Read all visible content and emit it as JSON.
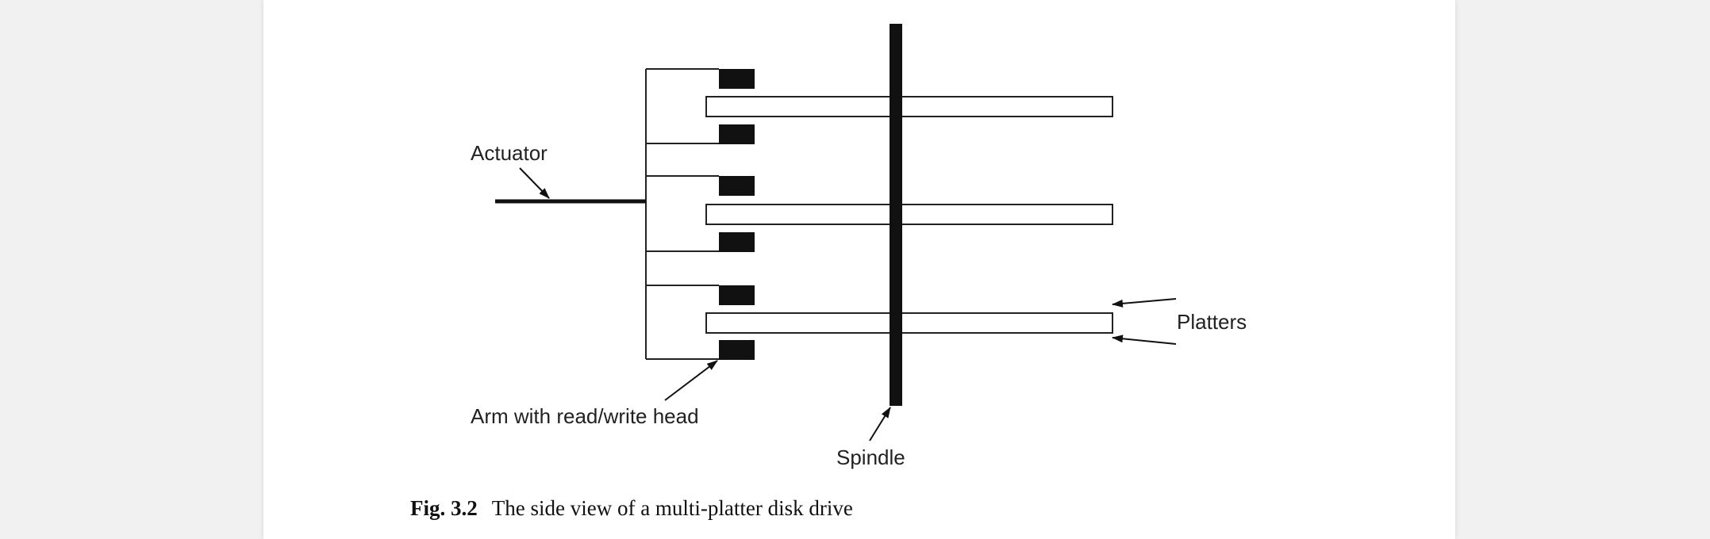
{
  "figure": {
    "labels": {
      "actuator": "Actuator",
      "arm": "Arm with read/write head",
      "spindle": "Spindle",
      "platters": "Platters"
    },
    "caption": {
      "number": "Fig. 3.2",
      "text": "The side view of a multi-platter disk drive"
    },
    "platter_count": 3,
    "head_count": 6
  }
}
